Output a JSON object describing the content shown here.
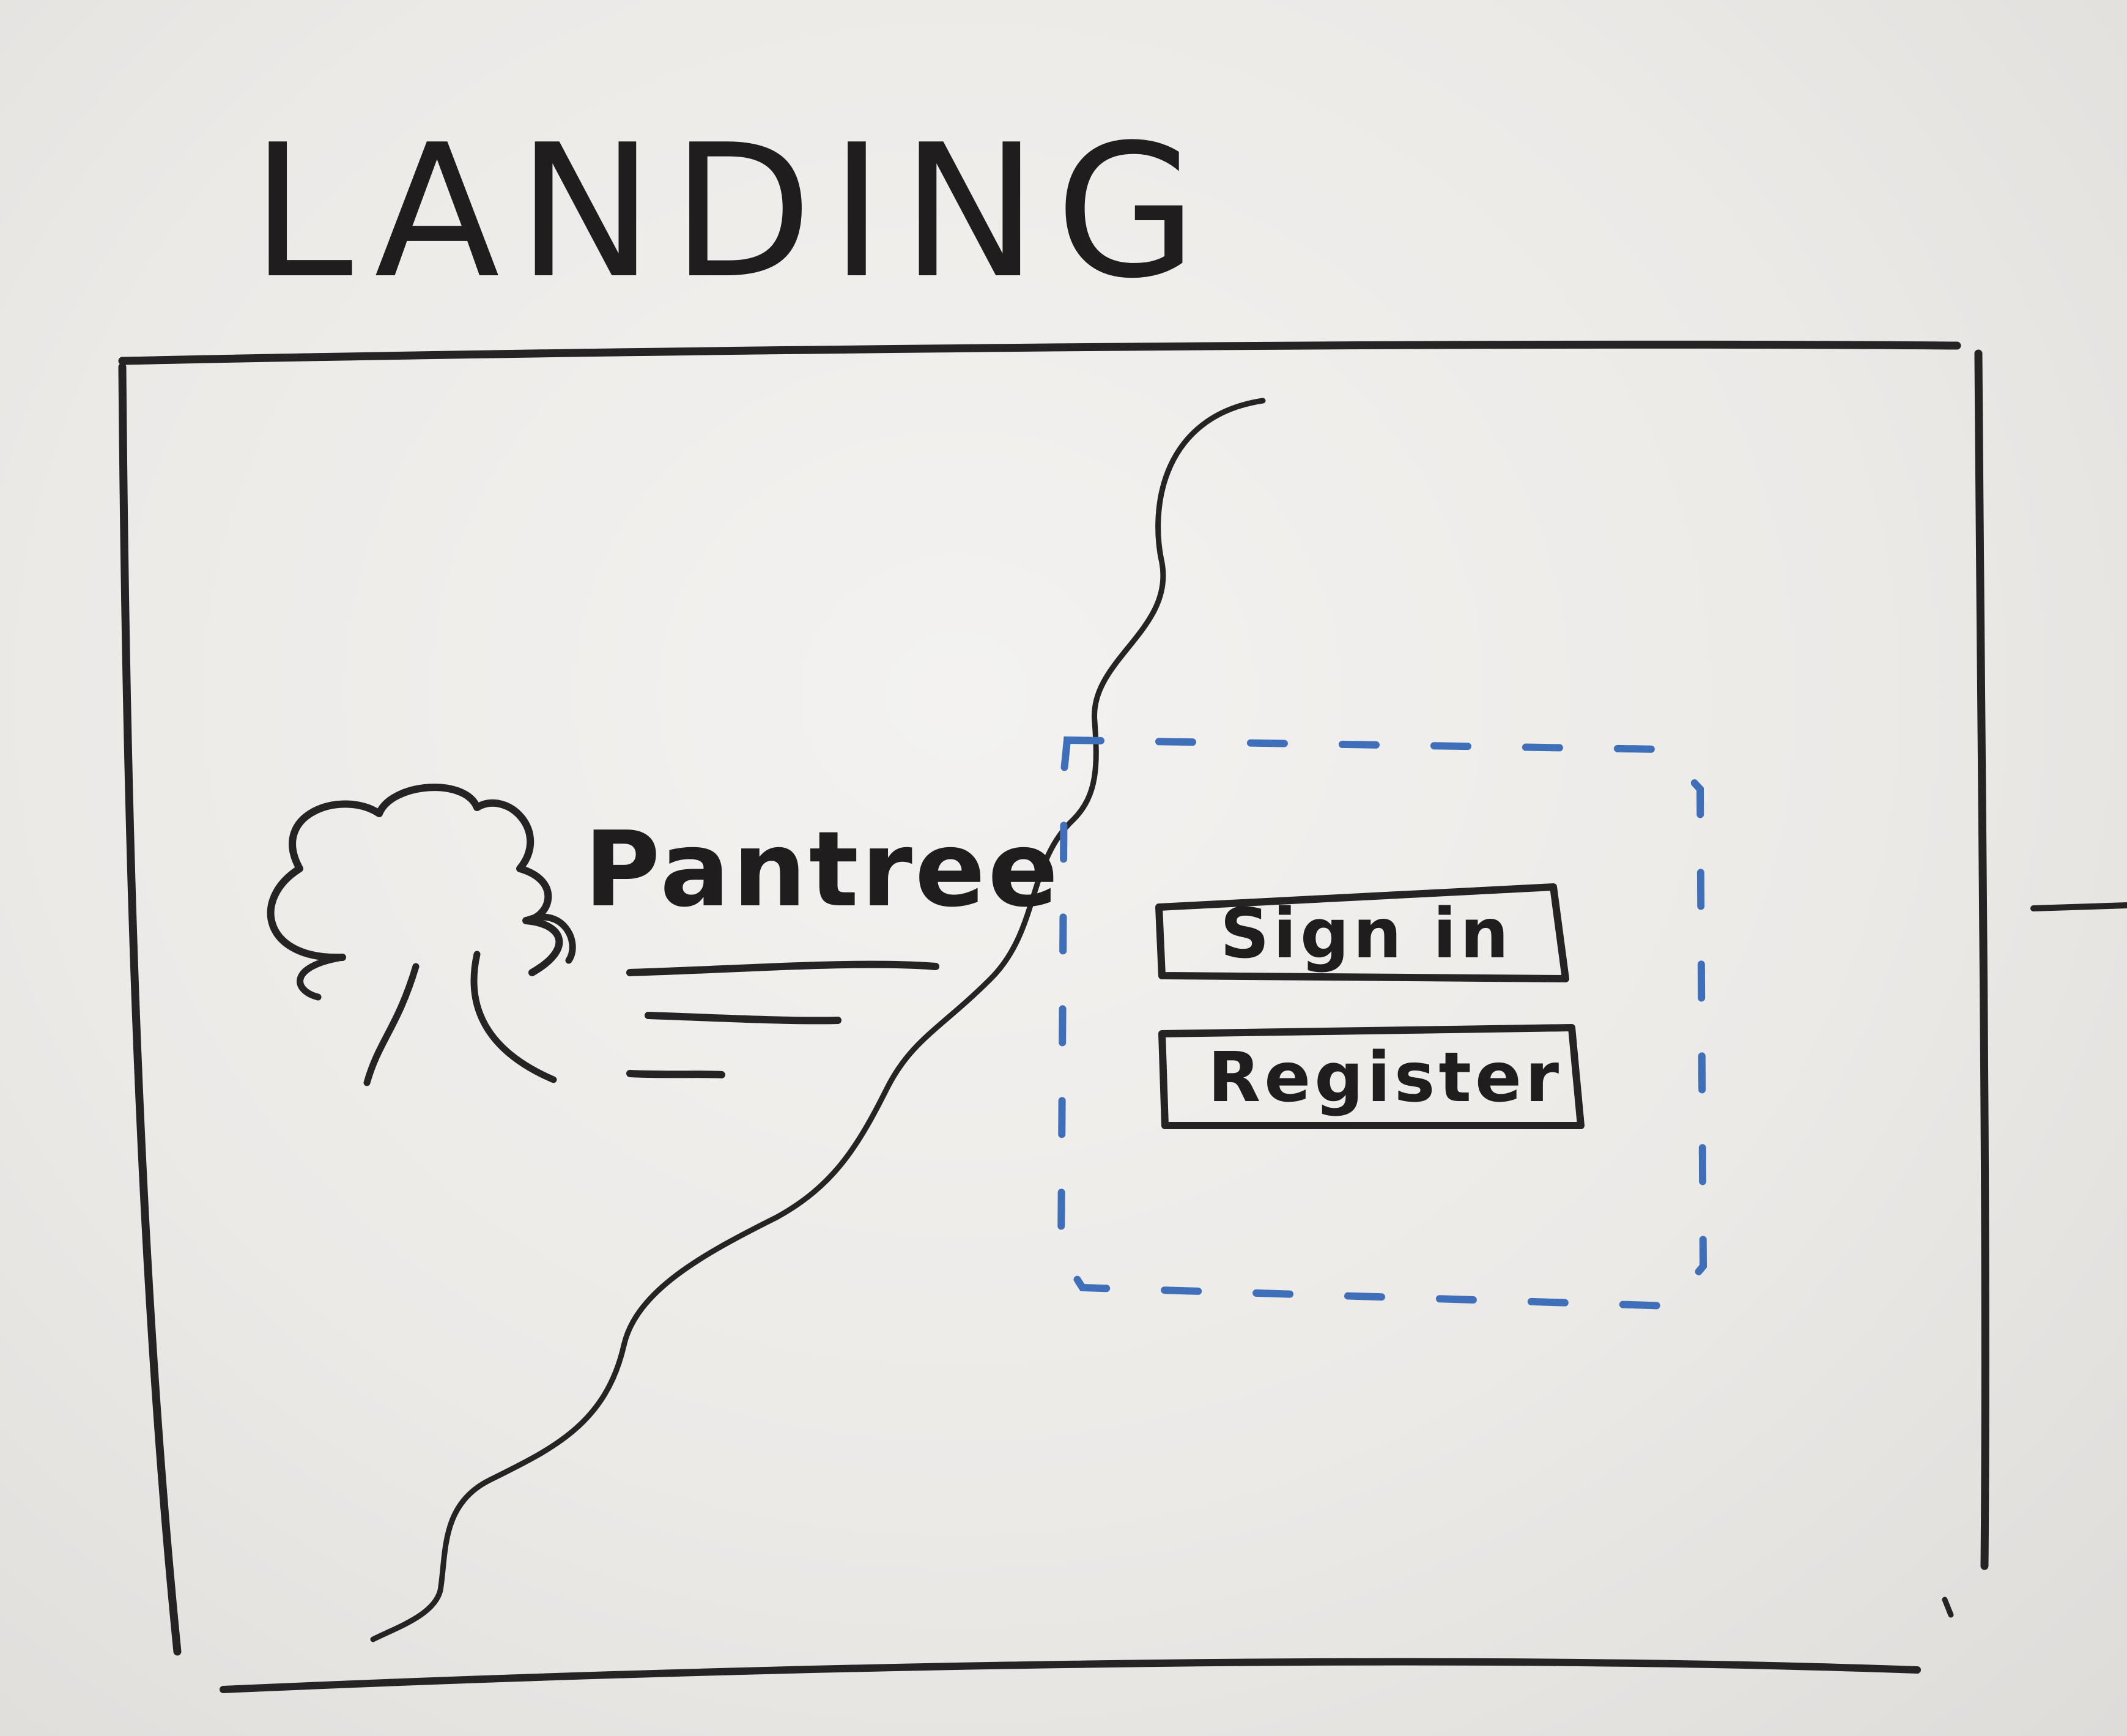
{
  "page": {
    "title": "LANDING"
  },
  "hero": {
    "brand_name": "Pantree",
    "logo_icon": "tree-icon"
  },
  "auth_panel": {
    "sign_in_label": "Sign in",
    "register_label": "Register"
  },
  "colors": {
    "marker_black": "#252323",
    "marker_blue": "#3f6fb8",
    "whiteboard": "#eceae7"
  }
}
